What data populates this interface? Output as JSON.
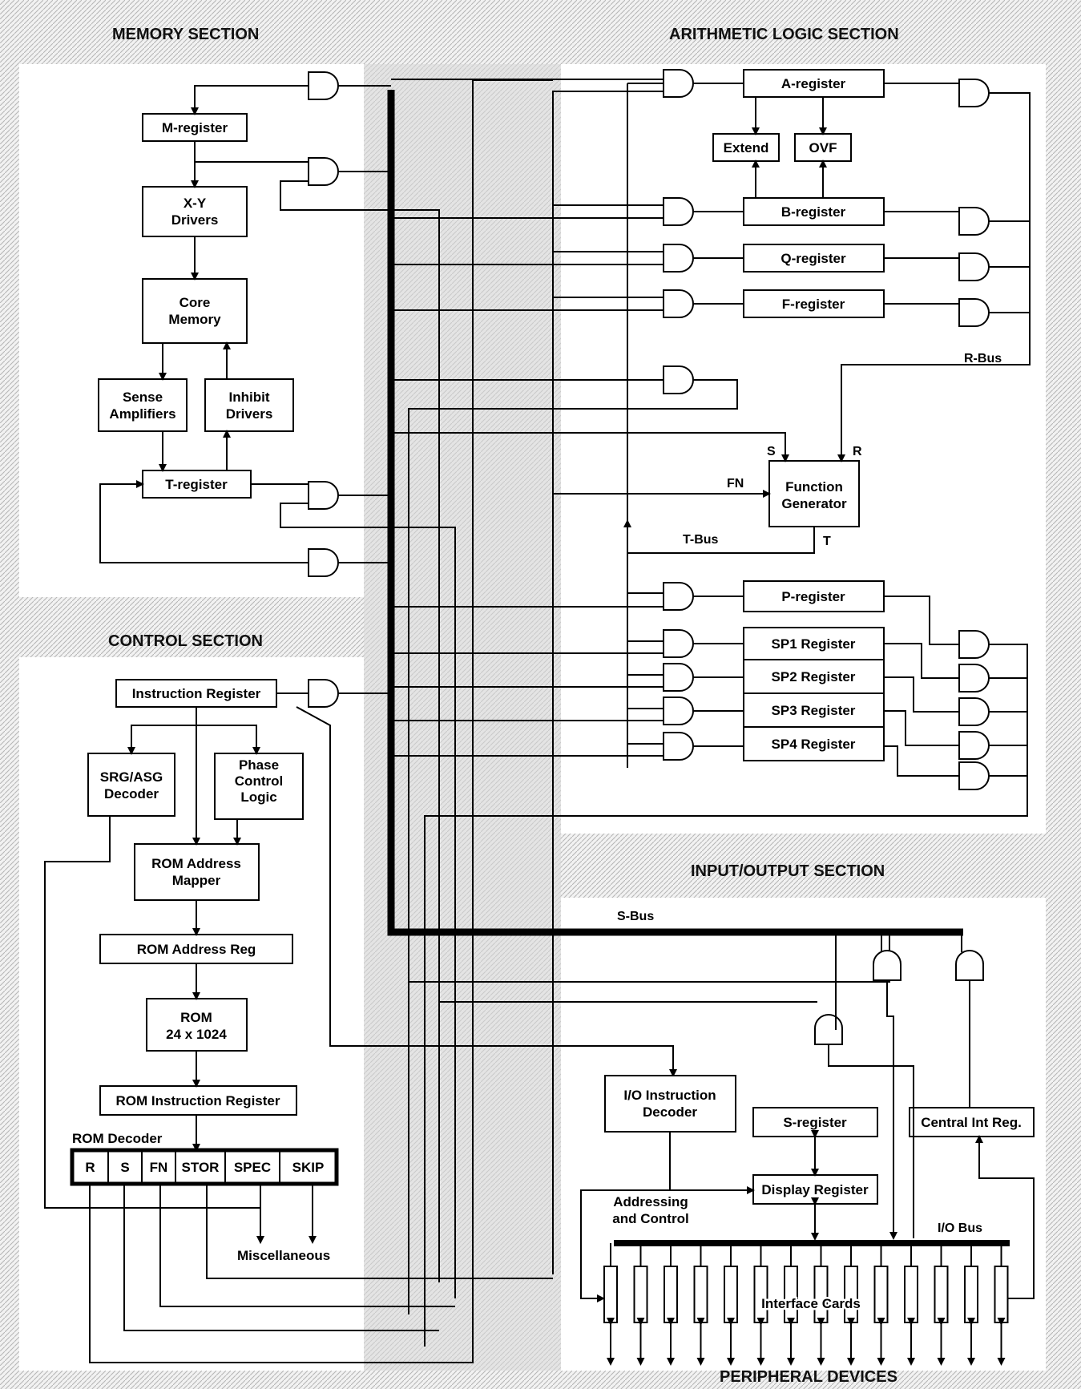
{
  "sections": {
    "memory": "MEMORY SECTION",
    "alu": "ARITHMETIC LOGIC SECTION",
    "control": "CONTROL SECTION",
    "io": "INPUT/OUTPUT SECTION",
    "peripheral": "PERIPHERAL DEVICES"
  },
  "memory": {
    "m_register": "M-register",
    "xy_drivers_1": "X-Y",
    "xy_drivers_2": "Drivers",
    "core_1": "Core",
    "core_2": "Memory",
    "sense_1": "Sense",
    "sense_2": "Amplifiers",
    "inhibit_1": "Inhibit",
    "inhibit_2": "Drivers",
    "t_register": "T-register"
  },
  "alu": {
    "a_register": "A-register",
    "extend": "Extend",
    "ovf": "OVF",
    "b_register": "B-register",
    "q_register": "Q-register",
    "f_register": "F-register",
    "fg_1": "Function",
    "fg_2": "Generator",
    "r_bus": "R-Bus",
    "t_bus": "T-Bus",
    "s_label": "S",
    "r_label": "R",
    "fn_label": "FN",
    "t_label": "T",
    "p_register": "P-register",
    "sp1": "SP1 Register",
    "sp2": "SP2 Register",
    "sp3": "SP3 Register",
    "sp4": "SP4 Register"
  },
  "control": {
    "instruction_register": "Instruction Register",
    "srg_1": "SRG/ASG",
    "srg_2": "Decoder",
    "phase_1": "Phase",
    "phase_2": "Control",
    "phase_3": "Logic",
    "rom_mapper_1": "ROM Address",
    "rom_mapper_2": "Mapper",
    "rom_address_reg": "ROM Address Reg",
    "rom_1": "ROM",
    "rom_2": "24 x 1024",
    "rom_instruction_register": "ROM Instruction Register",
    "rom_decoder": "ROM Decoder",
    "decoder_fields": [
      "R",
      "S",
      "FN",
      "STOR",
      "SPEC",
      "SKIP"
    ],
    "miscellaneous": "Miscellaneous"
  },
  "io": {
    "s_bus": "S-Bus",
    "io_decoder_1": "I/O Instruction",
    "io_decoder_2": "Decoder",
    "s_register": "S-register",
    "central_int": "Central Int Reg.",
    "display_register": "Display Register",
    "addr_1": "Addressing",
    "addr_2": "and Control",
    "io_bus": "I/O Bus",
    "interface_cards": "Interface  Cards"
  }
}
